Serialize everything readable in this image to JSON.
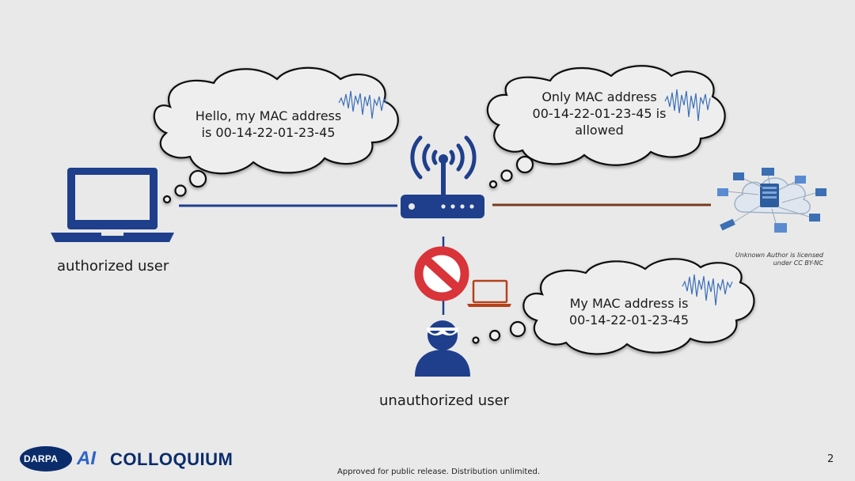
{
  "labels": {
    "authorized_user": "authorized user",
    "unauthorized_user": "unauthorized user"
  },
  "bubbles": {
    "authorized": [
      "Hello, my MAC address",
      "is 00-14-22-01-23-45"
    ],
    "router": [
      "Only MAC address",
      "00-14-22-01-23-45 is",
      "allowed"
    ],
    "unauthorized": [
      "My MAC address is",
      "00-14-22-01-23-45"
    ]
  },
  "credit": [
    "Unknown Author is licensed",
    "under CC BY-NC"
  ],
  "footer": {
    "approval": "Approved for public release. Distribution unlimited.",
    "page_number": "2"
  },
  "brand": {
    "darpa": "DARPA",
    "ai": "AI",
    "colloquium": "COLLOQUIUM"
  },
  "icons": [
    "laptop-icon",
    "router-icon",
    "network-cloud-icon",
    "prohibited-icon",
    "hacker-icon",
    "small-laptop-icon",
    "waveform-icon"
  ],
  "colors": {
    "primary_blue": "#1f3f8c",
    "brown_line": "#7a3b1e",
    "prohibited_red": "#d8343a",
    "small_laptop": "#b5421d",
    "waveform": "#3a6fb8"
  }
}
